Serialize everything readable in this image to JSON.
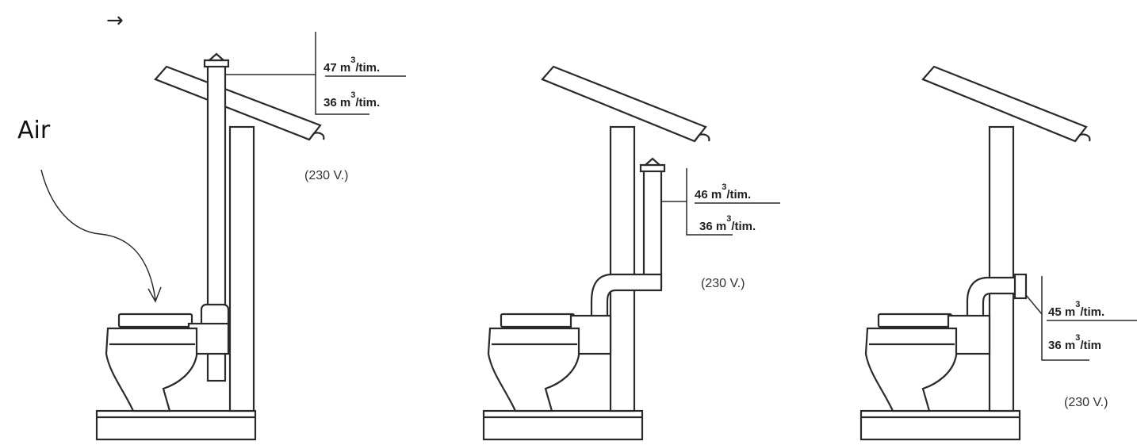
{
  "top_arrow": {
    "glyph": "→",
    "color": "#2e75b6"
  },
  "air_label": "Air",
  "panels": [
    {
      "name": "roof-vent",
      "rate_top": {
        "value": "47 m",
        "sup": "3",
        "unit": "/tim."
      },
      "rate_bottom": {
        "value": "36 m",
        "sup": "3",
        "unit": "/tim."
      },
      "voltage": "(230 V.)"
    },
    {
      "name": "wall-vent",
      "rate_top": {
        "value": "46 m",
        "sup": "3",
        "unit": "/tim."
      },
      "rate_bottom": {
        "value": "36 m",
        "sup": "3",
        "unit": "/tim."
      },
      "voltage": "(230 V.)"
    },
    {
      "name": "side-vent",
      "rate_top": {
        "value": "45 m",
        "sup": "3",
        "unit": "/tim."
      },
      "rate_bottom": {
        "value": "36 m",
        "sup": "3",
        "unit": "/tim"
      },
      "voltage": "(230 V.)"
    }
  ]
}
